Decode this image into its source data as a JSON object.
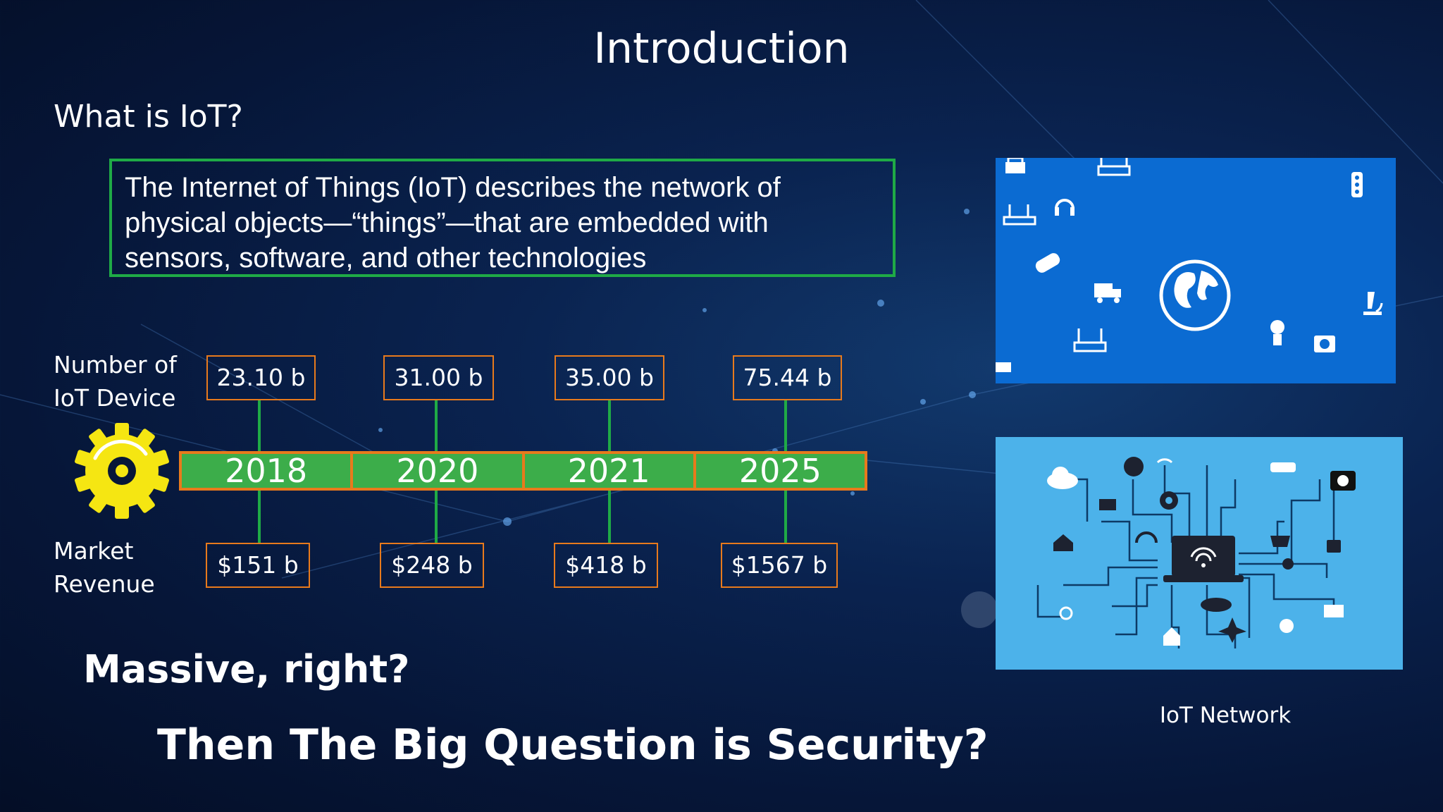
{
  "slide": {
    "title": "Introduction",
    "subtitle": "What is IoT?",
    "definition": "The Internet of Things (IoT) describes the network of physical objects—“things”—that are embedded with sensors, software, and other technologies",
    "massive": "Massive, right?",
    "question": "Then The Big Question is Security?"
  },
  "timeline": {
    "devices_label": [
      "Number of",
      "IoT Device"
    ],
    "revenue_label": [
      "Market",
      "Revenue"
    ],
    "years": [
      "2018",
      "2020",
      "2021",
      "2025"
    ],
    "devices": [
      "23.10 b",
      "31.00 b",
      "35.00 b",
      "75.44 b"
    ],
    "revenue": [
      "$151 b",
      "$248 b",
      "$418 b",
      "$1567 b"
    ]
  },
  "images": {
    "caption": "IoT Network",
    "top_panel_icons": [
      "printer-icon",
      "router-icon",
      "headset-icon",
      "gamepad-icon",
      "truck-icon",
      "globe-icon",
      "traffic-light-icon",
      "microscope-icon",
      "bulb-icon",
      "medkit-icon"
    ],
    "bottom_panel_icons": [
      "cloud-icon",
      "globe-icon",
      "wifi-icon",
      "car-icon",
      "camera-icon",
      "mail-icon",
      "gear-icon",
      "home-icon",
      "headphones-icon",
      "laptop-icon",
      "cart-icon",
      "lock-icon",
      "search-icon",
      "plane-icon",
      "bulb-icon",
      "pin-icon"
    ]
  },
  "colors": {
    "background": "#061638",
    "green": "#3cad4a",
    "orange": "#e87a1c",
    "gear": "#f5e612",
    "panel_top": "#0b6bd2",
    "panel_bottom": "#4cb2ea"
  }
}
